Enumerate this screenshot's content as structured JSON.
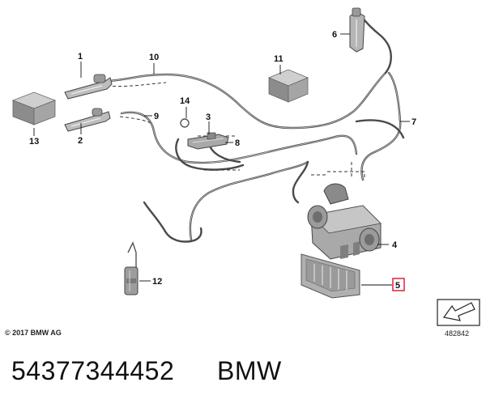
{
  "callouts": {
    "c1": "1",
    "c2": "2",
    "c3": "3",
    "c4": "4",
    "c5": "5",
    "c6": "6",
    "c7": "7",
    "c8": "8",
    "c9": "9",
    "c10": "10",
    "c11": "11",
    "c12": "12",
    "c13": "13",
    "c14": "14"
  },
  "highlight_color": "#e0102a",
  "copyright": "© 2017 BMW AG",
  "diagram_id": "482842",
  "footer": {
    "part_number": "54377344452",
    "brand": "BMW"
  },
  "icons": {
    "direction": "arrow-direction-icon"
  }
}
